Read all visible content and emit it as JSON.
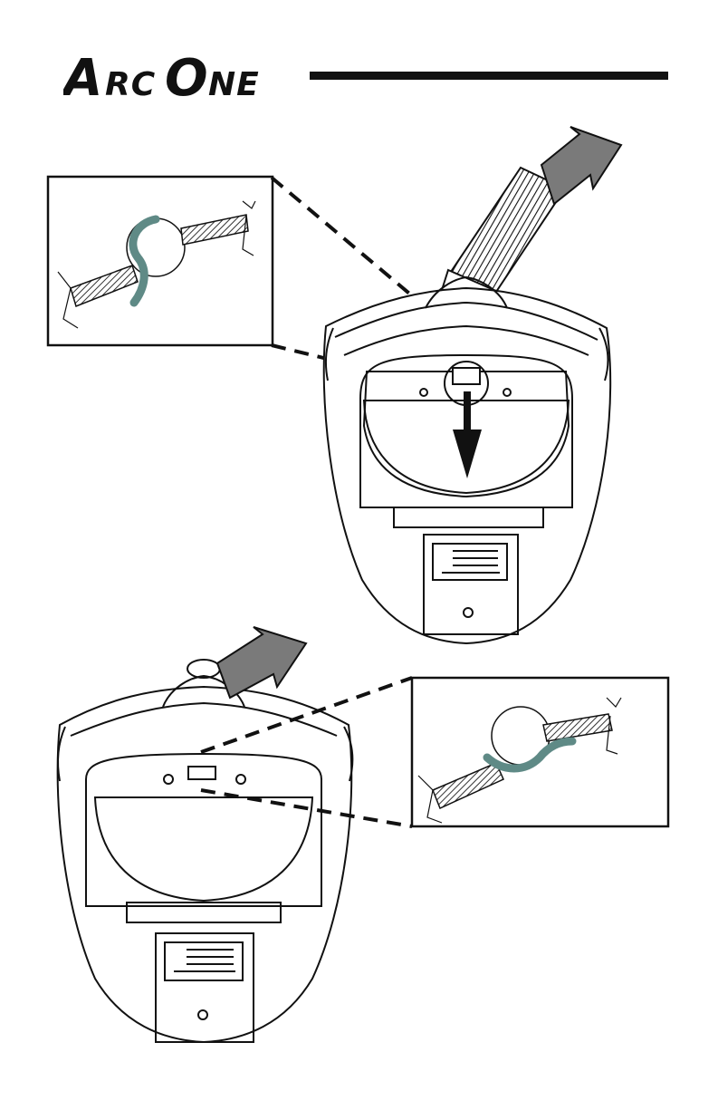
{
  "brand": {
    "logo_text": "ArcOne",
    "logo_parts": {
      "first_cap": "A",
      "first_small": "RC",
      "second_cap": "O",
      "second_small": "NE"
    }
  },
  "figures": [
    {
      "name": "figure-top",
      "insert_arrow": "gray-arrow",
      "motion_arrow": "down-arrow"
    },
    {
      "name": "figure-bottom",
      "insert_arrow": "gray-arrow"
    }
  ],
  "colors": {
    "ink": "#111111",
    "clip_highlight": "#5f8a86",
    "arrow_fill": "#7a7a7a",
    "hatch": "#333333"
  }
}
